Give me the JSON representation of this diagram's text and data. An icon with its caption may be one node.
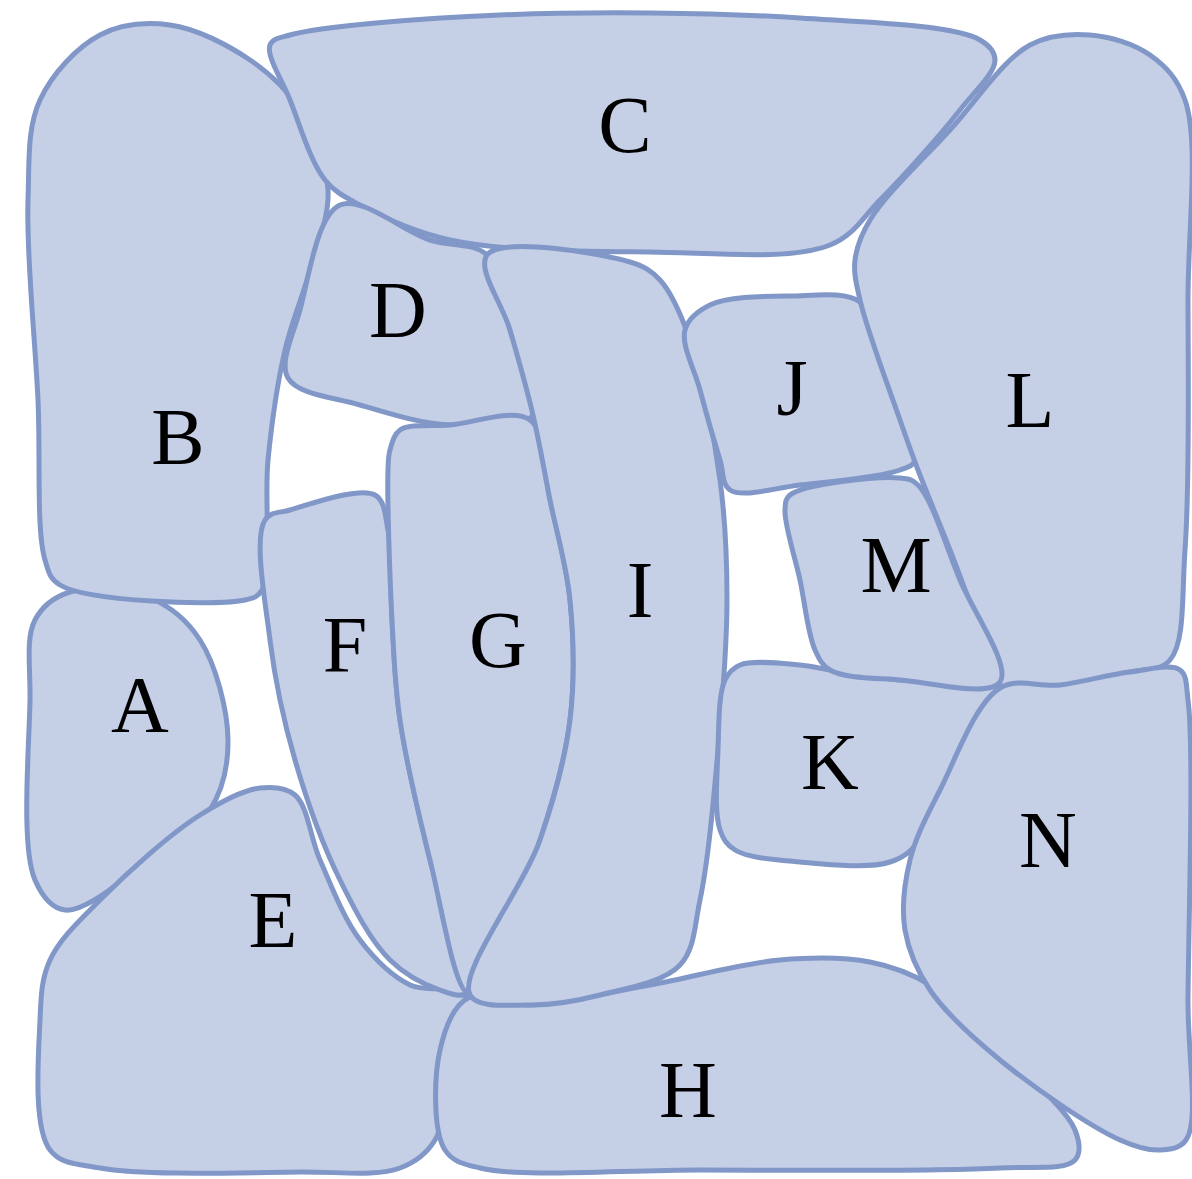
{
  "diagram": {
    "nodes": [
      {
        "text": [
          "A"
        ]
      },
      {
        "text": [
          "B"
        ]
      },
      {
        "text": [
          "C"
        ]
      },
      {
        "text": [
          "D"
        ]
      },
      {
        "text": [
          "E"
        ]
      },
      {
        "text": [
          "F"
        ]
      },
      {
        "text": [
          "G"
        ]
      },
      {
        "text": [
          "H"
        ]
      },
      {
        "text": [
          "I"
        ]
      },
      {
        "text": [
          "J"
        ]
      },
      {
        "text": [
          "K"
        ]
      },
      {
        "text": [
          "L"
        ]
      },
      {
        "text": [
          "M"
        ]
      },
      {
        "text": [
          "N"
        ]
      }
    ]
  }
}
